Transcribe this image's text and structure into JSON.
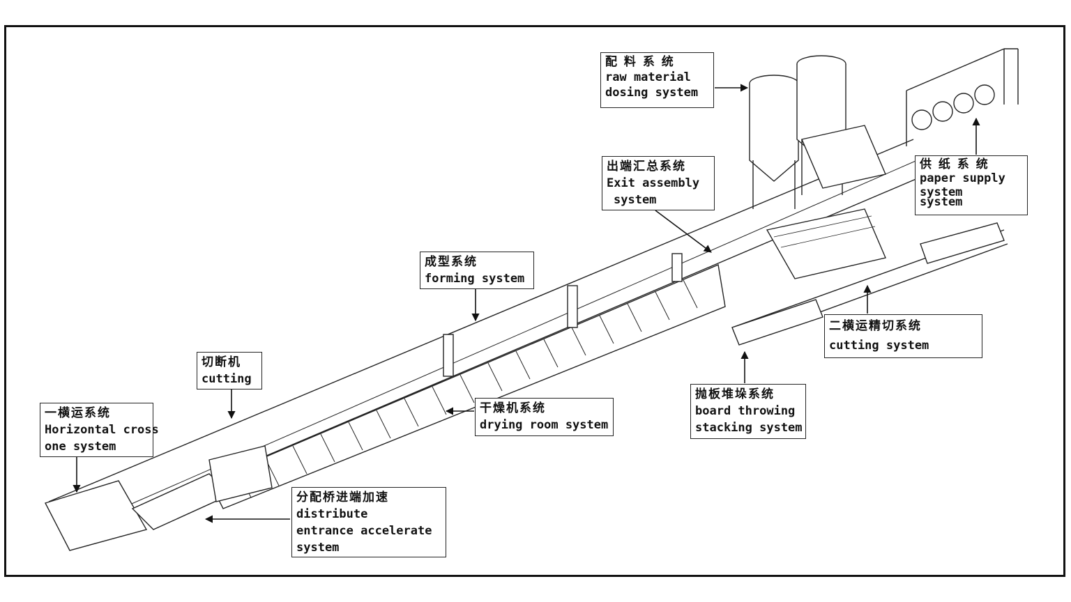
{
  "labels": {
    "raw_material": {
      "zh": "配 料 系 统",
      "en1": "raw material",
      "en2": "dosing system"
    },
    "paper_supply": {
      "zh": "供 纸 系 统",
      "en1": "paper supply",
      "en2": "system",
      "en3": "system"
    },
    "exit_assembly": {
      "zh": "出端汇总系统",
      "en1": "Exit assembly",
      "en2": "system"
    },
    "forming": {
      "zh": "成型系统",
      "en1": "forming system"
    },
    "cutting": {
      "zh": "切断机",
      "en1": "cutting"
    },
    "horizontal_cross": {
      "zh": "一横运系统",
      "en1": "Horizontal cross",
      "en2": "one system"
    },
    "drying_room": {
      "zh": "干燥机系统",
      "en1": "drying room system"
    },
    "cutting_system": {
      "zh": "二横运精切系统",
      "en1": "cutting system"
    },
    "board_throwing": {
      "zh": "抛板堆垛系统",
      "en1": "board throwing",
      "en2": "stacking system"
    },
    "distribute": {
      "zh": "分配桥进端加速",
      "en1": "distribute",
      "en2": "entrance accelerate",
      "en3": "system"
    }
  }
}
